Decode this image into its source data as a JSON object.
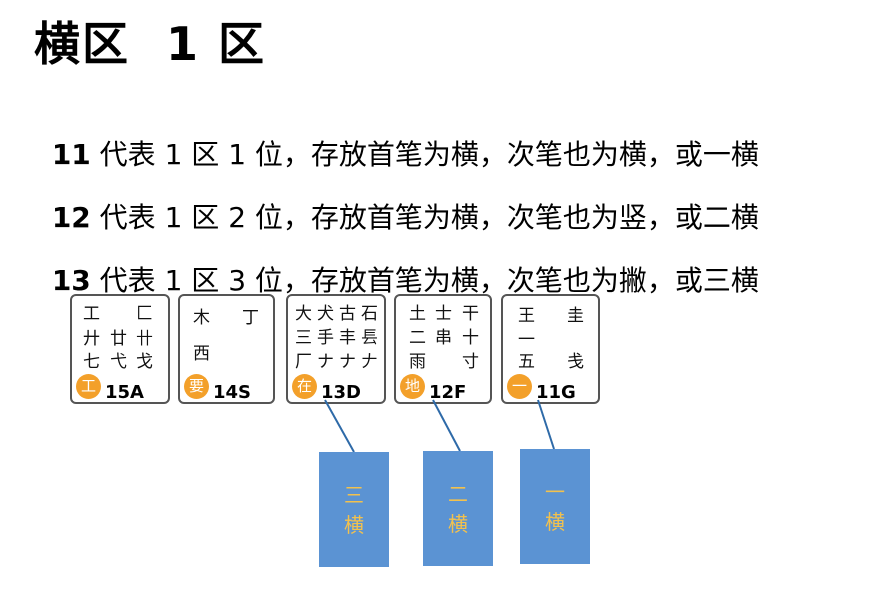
{
  "title": "横区  1 区",
  "lines": [
    {
      "num": "11",
      "text": " 代表 1 区 1 位，存放首笔为横，次笔也为横，或一横"
    },
    {
      "num": "12",
      "text": " 代表 1 区 2 位，存放首笔为横，次笔也为竖，或二横"
    },
    {
      "num": "13",
      "text": " 代表 1 区 3 位，存放首笔为横，次笔也为撇，或三横"
    }
  ],
  "keys": [
    {
      "badge": "工",
      "code": "15A",
      "glyphs": [
        "工",
        "匚",
        "廾",
        "廿",
        "卄",
        "七",
        "弋",
        "戈"
      ]
    },
    {
      "badge": "要",
      "code": "14S",
      "glyphs": [
        "木",
        "丁",
        "西"
      ]
    },
    {
      "badge": "在",
      "code": "13D",
      "glyphs": [
        "大",
        "犬",
        "古",
        "石",
        "三",
        "手",
        "丰",
        "镸",
        "厂",
        "ナ",
        "ナ",
        "𠂇"
      ]
    },
    {
      "badge": "地",
      "code": "12F",
      "glyphs": [
        "土",
        "士",
        "干",
        "二",
        "串",
        "十",
        "雨",
        "寸"
      ]
    },
    {
      "badge": "一",
      "code": "11G",
      "glyphs": [
        "王",
        "圭",
        "一",
        "五",
        "戋"
      ]
    }
  ],
  "notes": [
    {
      "top": "三",
      "bottom": "横"
    },
    {
      "top": "二",
      "bottom": "横"
    },
    {
      "top": "一",
      "bottom": "横"
    }
  ],
  "colors": {
    "badge": "#f3a02a",
    "note_bg": "#5b93d3",
    "note_text": "#f2c14e"
  }
}
